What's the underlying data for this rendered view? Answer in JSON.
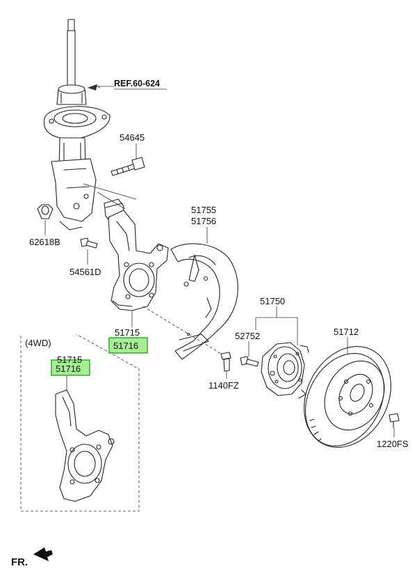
{
  "colors": {
    "ink": "#222222",
    "highlight_fill": "#a6ee94",
    "highlight_stroke": "#1d9b1d"
  },
  "labels": {
    "ref": "REF.60-624",
    "p54645": "54645",
    "p62618B": "62618B",
    "p54561D": "54561D",
    "p51755": "51755",
    "p51756": "51756",
    "p51715_main": "51715",
    "p51716_main": "51716",
    "p51750": "51750",
    "p52752": "52752",
    "p51712": "51712",
    "p1140FZ": "1140FZ",
    "p1220FS": "1220FS",
    "variant": "(4WD)",
    "p51715_4wd": "51715",
    "p51716_4wd": "51716",
    "fr": "FR."
  },
  "icons": {
    "strut": "strut-assembly-icon",
    "knuckle": "steering-knuckle-icon",
    "shield": "dust-shield-icon",
    "hub": "wheel-hub-icon",
    "disc": "brake-disc-icon",
    "arrow": "front-direction-arrow-icon"
  }
}
